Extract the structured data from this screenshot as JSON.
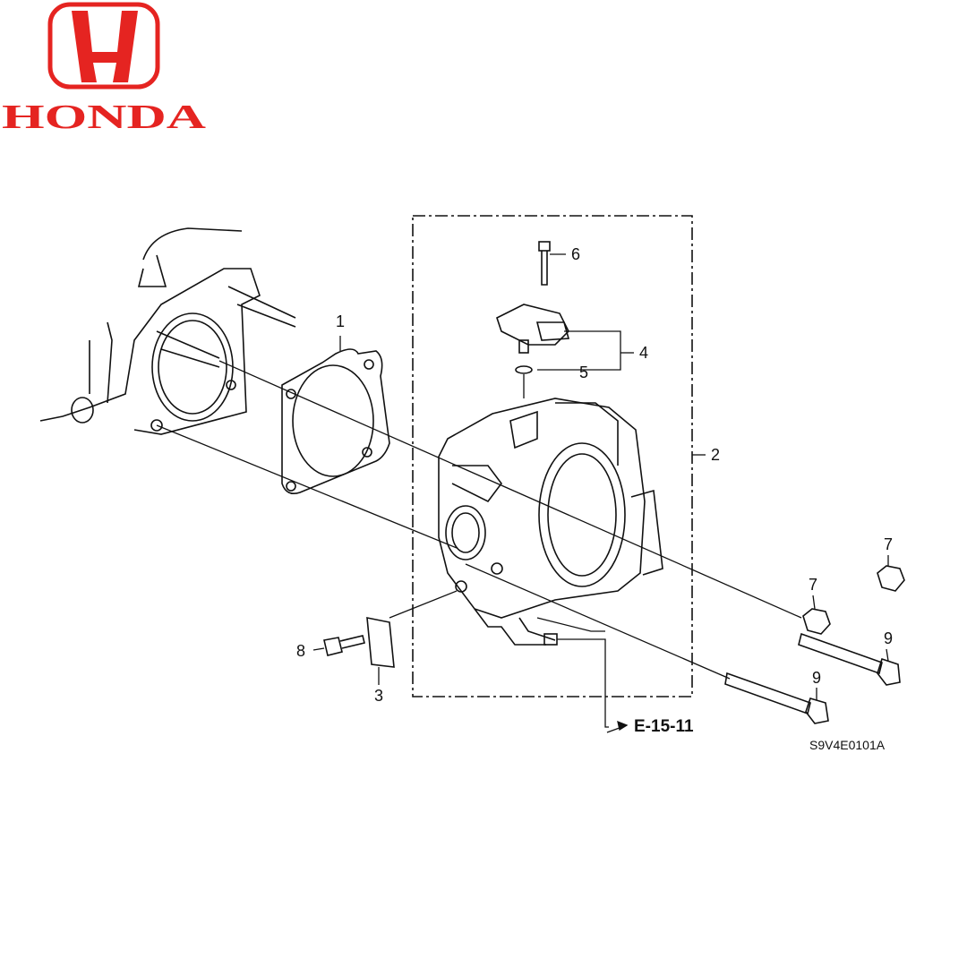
{
  "brand": {
    "name": "HONDA",
    "color": "#e52421"
  },
  "callouts": {
    "part_1": "1",
    "part_2": "2",
    "part_3": "3",
    "part_4": "4",
    "part_5": "5",
    "part_6": "6",
    "part_7a": "7",
    "part_7b": "7",
    "part_8": "8",
    "part_9a": "9",
    "part_9b": "9"
  },
  "reference": "E-15-11",
  "diagram_code": "S9V4E0101A"
}
